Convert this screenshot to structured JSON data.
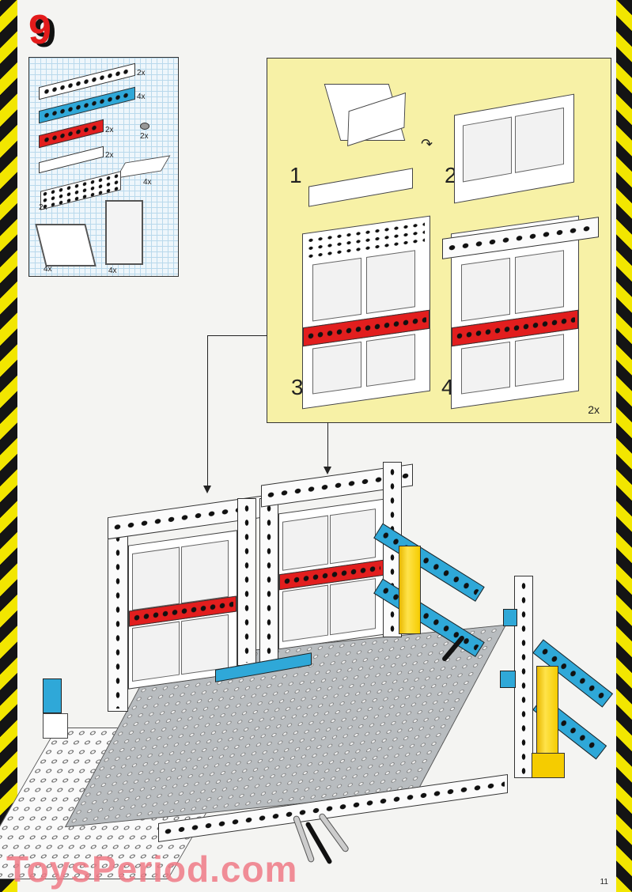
{
  "page": {
    "step_number": "9",
    "page_number": "11",
    "watermark": "ToysPeriod.com"
  },
  "parts_list": {
    "items": [
      {
        "name": "white technic beam 1x12",
        "qty": "2x"
      },
      {
        "name": "blue technic beam 1x12",
        "qty": "4x"
      },
      {
        "name": "red technic beam 1x8",
        "qty": "2x"
      },
      {
        "name": "grey bush",
        "qty": "2x"
      },
      {
        "name": "white brick 1x8",
        "qty": "2x"
      },
      {
        "name": "white glass pane",
        "qty": "4x"
      },
      {
        "name": "white plate 4x8",
        "qty": "2x"
      },
      {
        "name": "white slanted window frame",
        "qty": "4x"
      },
      {
        "name": "white window frame 1x4x5",
        "qty": "4x"
      }
    ]
  },
  "subassembly": {
    "steps": [
      {
        "label": "1"
      },
      {
        "label": "2"
      },
      {
        "label": "3"
      },
      {
        "label": "4"
      }
    ],
    "multiplier": "2x"
  },
  "colors": {
    "hazard_yellow": "#f2e600",
    "hazard_black": "#141414",
    "step_red": "#e31b1b",
    "subassembly_bg": "#f7f1a6",
    "parts_grid_bg": "#eef6fb",
    "technic_blue": "#2fa8d8",
    "technic_red": "#e21e1e",
    "pneumatic_yellow": "#f5cc00",
    "baseplate_grey": "#b8bcbf",
    "watermark_pink": "#f07a86"
  }
}
